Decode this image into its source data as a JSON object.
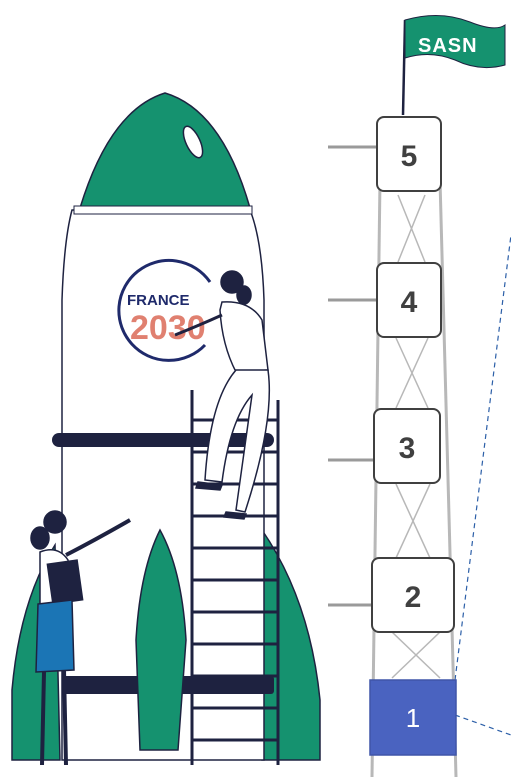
{
  "flag": {
    "label": "SASN"
  },
  "logo": {
    "word": "FRANCE",
    "year": "2030"
  },
  "steps": [
    "5",
    "4",
    "3",
    "2",
    "1"
  ],
  "colors": {
    "rocket_green": "#15926f",
    "navy": "#1e2240",
    "step1_fill": "#4a63c0",
    "leader_line": "#2c5fa8"
  },
  "icons": [
    "rocket",
    "ladder",
    "tower",
    "woman-climbing",
    "woman-pointing",
    "flag"
  ]
}
